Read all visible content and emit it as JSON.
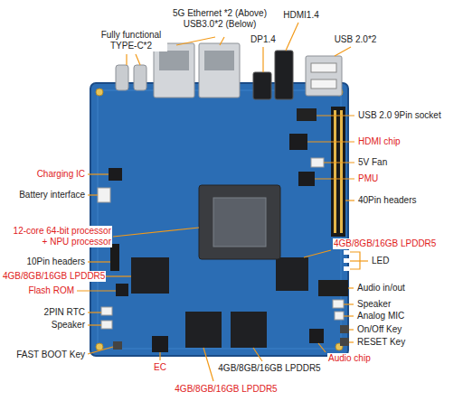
{
  "diagram": {
    "labels": [
      "Fully functional TYPE-C*2",
      "5G Ethernet *2 (Above) USB3.0*2 (Below)",
      "HDMI1.4",
      "DP1.4",
      "USB 2.0*2",
      "USB 2.0 9Pin socket",
      "HDMI chip",
      "5V Fan",
      "PMU",
      "40Pin headers",
      "4GB/8GB/16GB LPDDR5",
      "LED",
      "Audio in/out",
      "Speaker",
      "Analog MIC",
      "On/Off Key",
      "RESET Key",
      "Audio chip",
      "Charging IC",
      "Battery interface",
      "12-core 64-bit processor + NPU processor",
      "10Pin headers",
      "4GB/8GB/16GB LPDDR5",
      "Flash ROM",
      "2PIN RTC",
      "Speaker",
      "FAST BOOT Key",
      "EC",
      "4GB/8GB/16GB LPDDR5",
      "4GB/8GB/16GB LPDDR5"
    ]
  }
}
